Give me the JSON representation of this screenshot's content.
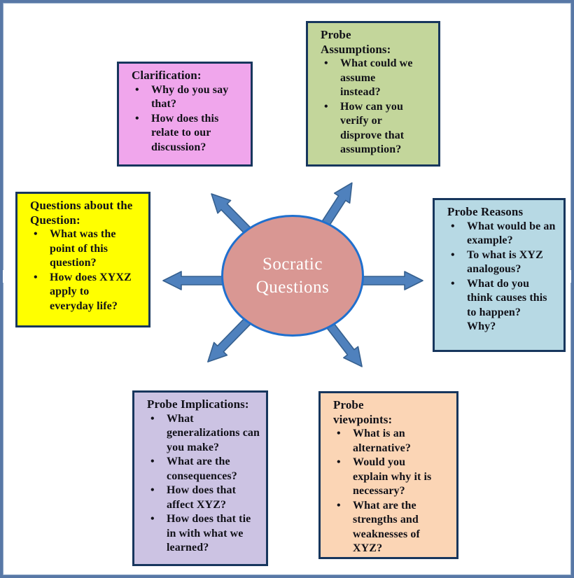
{
  "center": {
    "label": "Socratic Questions",
    "bg": "#D99793",
    "border": "#2070CE",
    "text_color": "#FFFFFF"
  },
  "boxes": {
    "clarification": {
      "title": "Clarification:",
      "bullets": [
        "Why do you say that?",
        "How does this relate to our discussion?"
      ],
      "bg": "#F0A6EC"
    },
    "assumptions": {
      "title": "Probe Assumptions:",
      "bullets": [
        "What could we assume instead?",
        "How can you verify or disprove that assumption?"
      ],
      "bg": "#C3D69B"
    },
    "question": {
      "title": "Questions about the Question:",
      "bullets": [
        "What was the point of this question?",
        "How does XYXZ apply to everyday life?"
      ],
      "bg": "#FFFF00"
    },
    "reasons": {
      "title": "Probe Reasons",
      "bullets": [
        "What would be an example?",
        "To what is XYZ analogous?",
        "What do you think causes this to happen?\nWhy?"
      ],
      "bg": "#B7D9E4"
    },
    "implications": {
      "title": "Probe Implications:",
      "bullets": [
        "What generalizations can you make?",
        "What are the consequences?",
        "How does that affect XYZ?",
        "How does that tie in with what we learned?"
      ],
      "bg": "#CCC3E3"
    },
    "viewpoints": {
      "title": "Probe viewpoints:",
      "bullets": [
        "What is an alternative?",
        "Would you explain why it is necessary?",
        "What are the strengths and weaknesses of XYZ?"
      ],
      "bg": "#FBD5B5"
    }
  },
  "colors": {
    "frame_border": "#5878A6",
    "box_border": "#17365D",
    "arrow_fill": "#4F81BD",
    "arrow_outline": "#36608F",
    "text": "#111118"
  }
}
